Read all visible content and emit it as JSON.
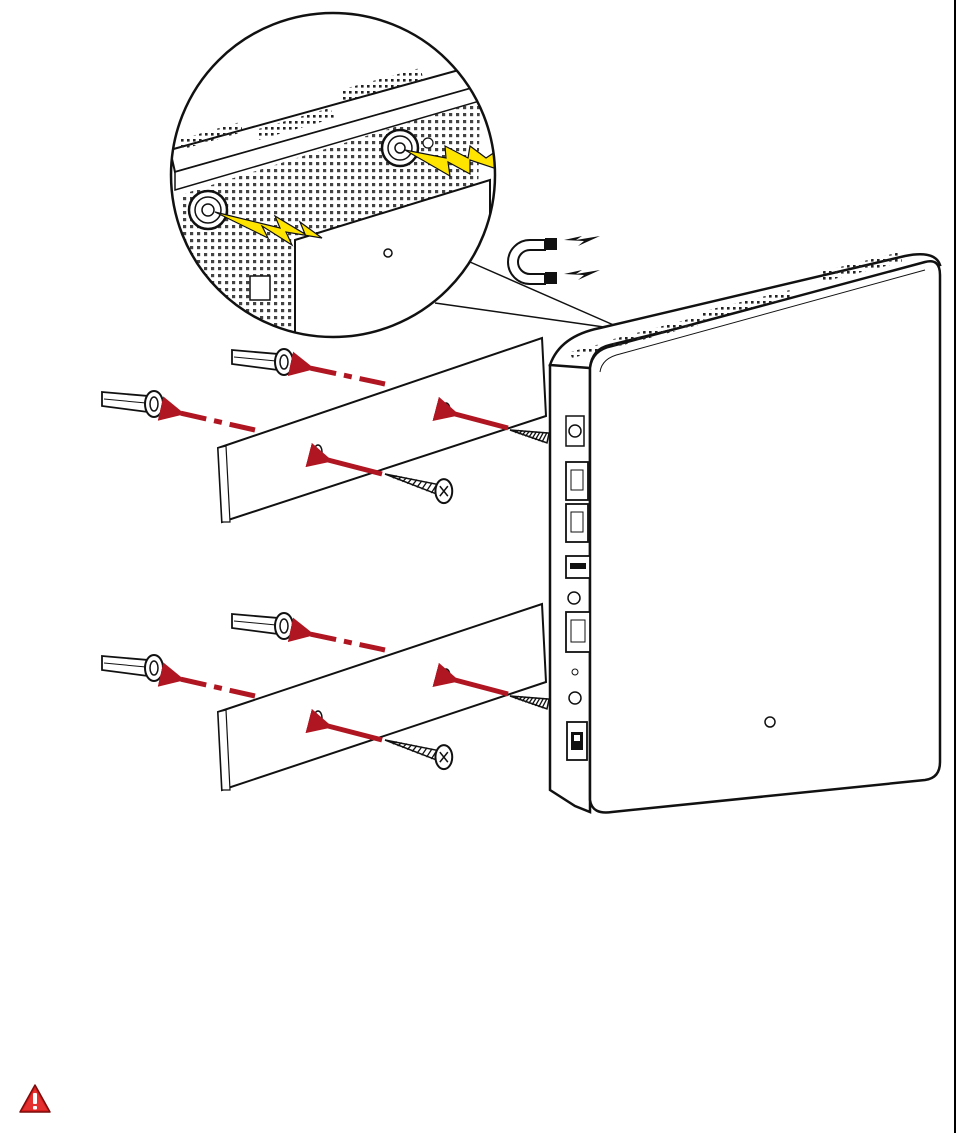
{
  "figure": {
    "wall_plates": 2,
    "screws_per_plate": 2,
    "anchors_per_plate": 2
  },
  "colors": {
    "arrow": "#b01622",
    "spark": "#ffe400",
    "outline": "#111111",
    "device": "#ffffff",
    "warning": "#d81c1c"
  },
  "icons": {
    "warning": "warning-triangle-icon",
    "magnet": "magnet-icon"
  }
}
